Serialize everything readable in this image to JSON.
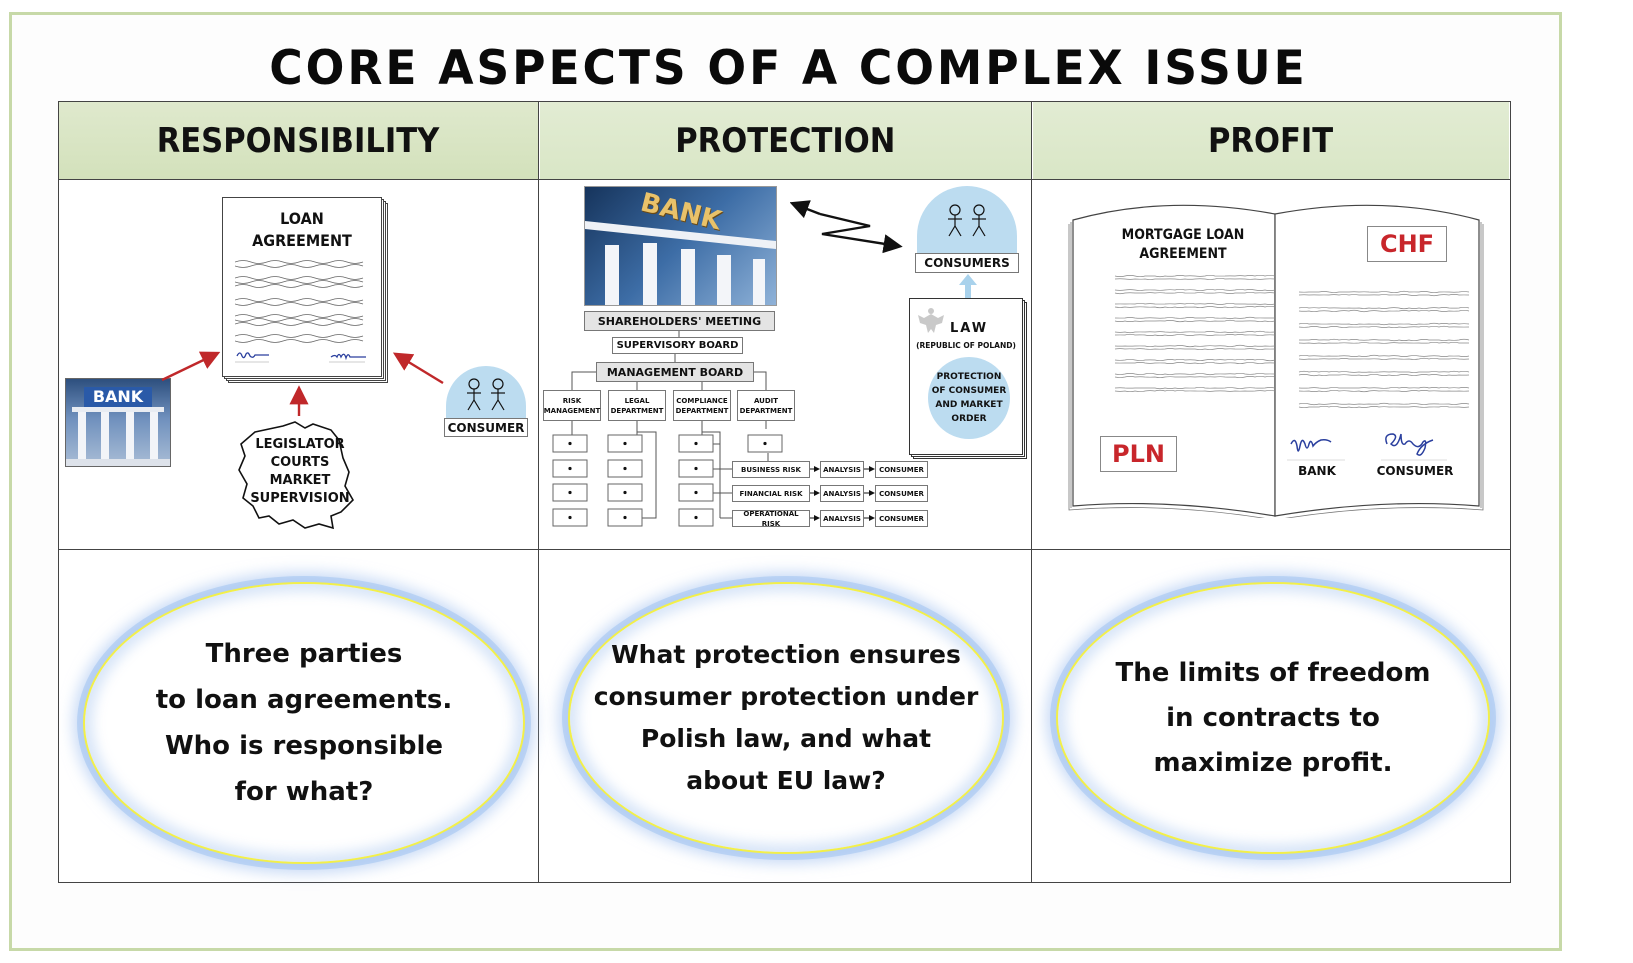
{
  "title": "CORE ASPECTS OF A COMPLEX ISSUE",
  "columns": [
    {
      "header": "RESPONSIBILITY",
      "question": "Three parties\nto loan agreements.\nWho is responsible\nfor what?"
    },
    {
      "header": "PROTECTION",
      "question": "What protection ensures\nconsumer protection under\nPolish law, and what\nabout EU law?"
    },
    {
      "header": "PROFIT",
      "question": "The limits of freedom\nin contracts to\nmaximize profit."
    }
  ],
  "responsibility": {
    "document_title_line1": "LOAN",
    "document_title_line2": "AGREEMENT",
    "bank_label": "BANK",
    "consumer_label": "CONSUMER",
    "authorities": [
      "LEGISLATOR",
      "COURTS",
      "MARKET",
      "SUPERVISION"
    ]
  },
  "protection": {
    "bank_label": "BANK",
    "consumers_label": "CONSUMERS",
    "org_chart": {
      "top": "SHAREHOLDERS' MEETING",
      "supervisory": "SUPERVISORY BOARD",
      "management": "MANAGEMENT BOARD",
      "departments": [
        {
          "line1": "RISK",
          "line2": "MANAGEMENT"
        },
        {
          "line1": "LEGAL",
          "line2": "DEPARTMENT"
        },
        {
          "line1": "COMPLIANCE",
          "line2": "DEPARTMENT"
        },
        {
          "line1": "AUDIT",
          "line2": "DEPARTMENT"
        }
      ],
      "risk_flows": [
        {
          "risk": "BUSINESS RISK",
          "step": "ANALYSIS",
          "target": "CONSUMER"
        },
        {
          "risk": "FINANCIAL RISK",
          "step": "ANALYSIS",
          "target": "CONSUMER"
        },
        {
          "risk": "OPERATIONAL RISK",
          "step": "ANALYSIS",
          "target": "CONSUMER"
        }
      ]
    },
    "law": {
      "title": "LAW",
      "subtitle": "(REPUBLIC OF POLAND)",
      "circle_text": "PROTECTION\nOF CONSUMER\nAND MARKET\nORDER"
    }
  },
  "profit": {
    "book_title_line1": "MORTGAGE LOAN",
    "book_title_line2": "AGREEMENT",
    "currency_left": "PLN",
    "currency_right": "CHF",
    "signatory_bank": "BANK",
    "signatory_consumer": "CONSUMER"
  },
  "colors": {
    "header_bg": "#d8e5c3",
    "frame_border": "#c7d9a8",
    "arrow_red": "#c0282a",
    "consumer_blue": "#bcdcf0",
    "currency_red": "#c8262b",
    "signature_blue": "#2a3f9e",
    "oval_glow": "#a8c6f0",
    "oval_line": "#f2ef4a"
  }
}
